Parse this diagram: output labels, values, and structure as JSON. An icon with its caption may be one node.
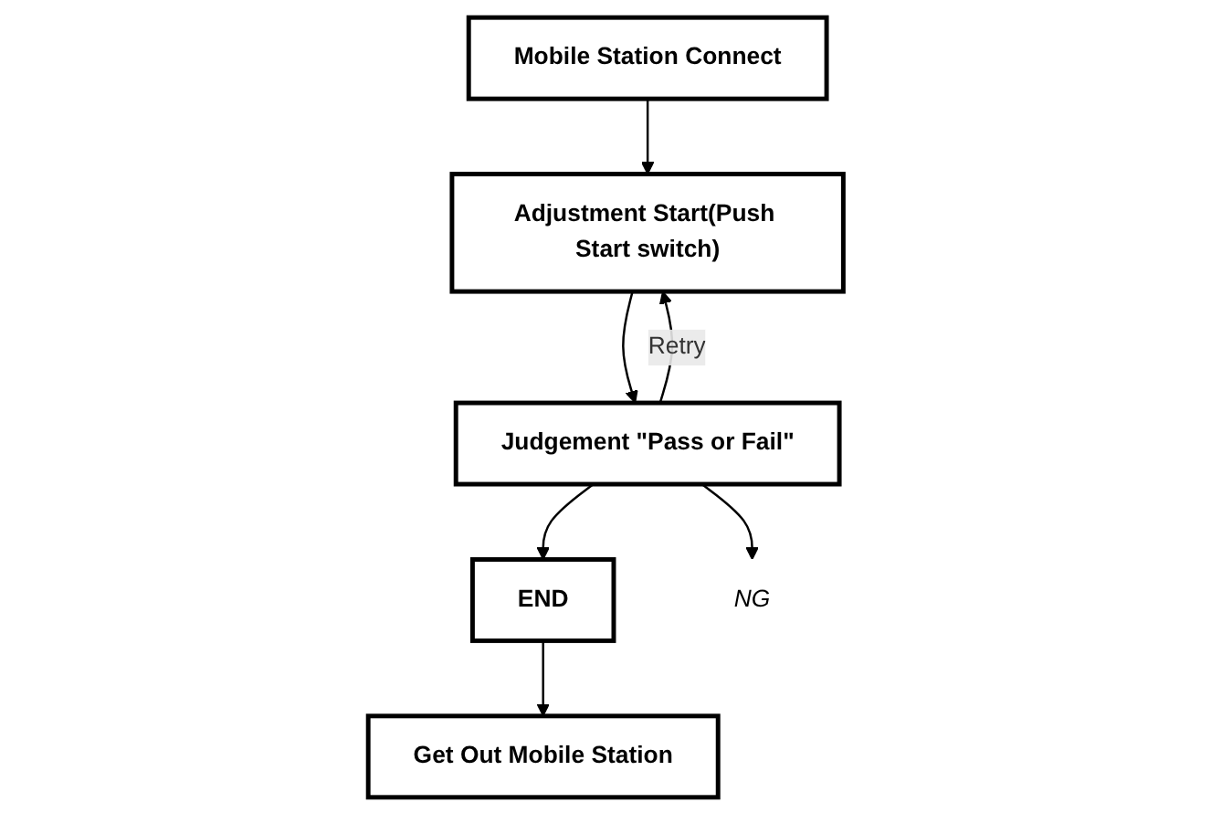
{
  "diagram": {
    "nodes": [
      {
        "text": [
          "Mobile Station Connect"
        ]
      },
      {
        "text": [
          "Adjustment Start(Push Start switch)"
        ]
      },
      {
        "text": [
          "Judgement \"Pass or Fail\""
        ]
      },
      {
        "text": [
          "END"
        ]
      },
      {
        "text": [
          "Get Out Mobile Station"
        ]
      },
      {
        "text": [
          "NG"
        ]
      }
    ],
    "edges": [
      {
        "from": 0,
        "to": 1,
        "arrow": "to"
      },
      {
        "from": 1,
        "to": 2,
        "arrow": "to"
      },
      {
        "from": 2,
        "to": 1,
        "arrow": "to",
        "label": "Retry"
      },
      {
        "from": 2,
        "to": 5,
        "arrow": "to"
      },
      {
        "from": 2,
        "to": 3,
        "arrow": "to"
      },
      {
        "from": 3,
        "to": 4,
        "arrow": "to"
      }
    ]
  }
}
